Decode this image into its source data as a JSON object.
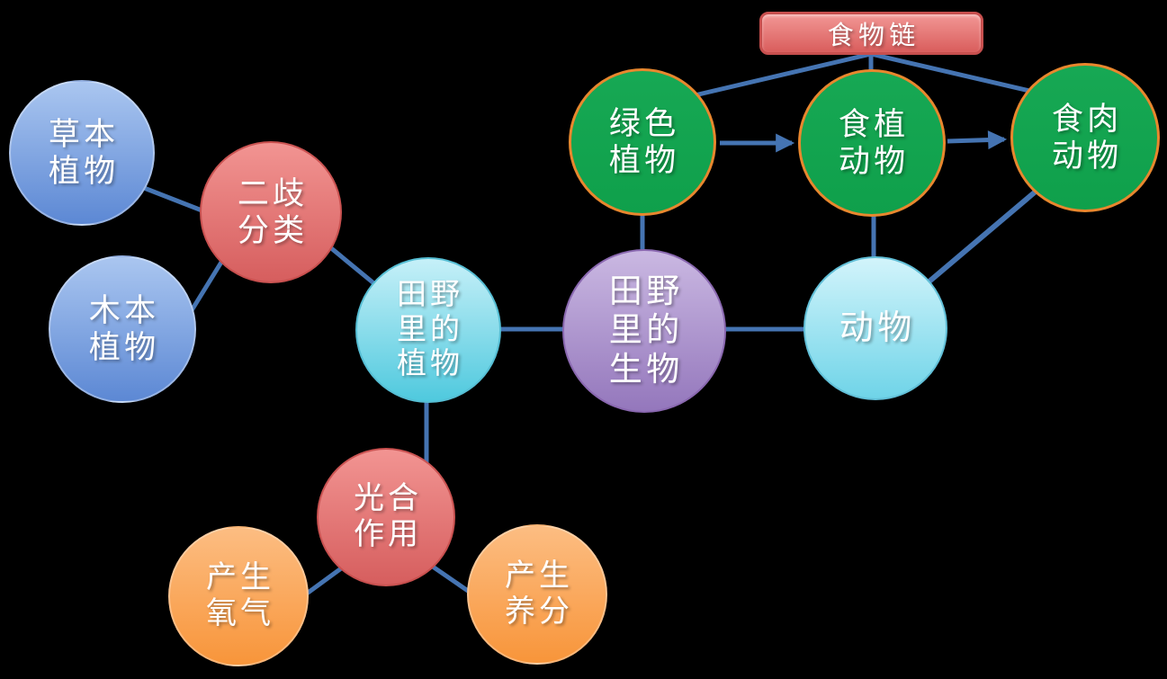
{
  "diagram": {
    "type": "concept-map",
    "background_color": "#000000",
    "connector_color": "#4574b2"
  },
  "palette": {
    "blue_node": [
      "#aac6f0",
      "#5c88d4"
    ],
    "red_node": [
      "#f29492",
      "#d65e5e"
    ],
    "cyan_node": [
      "#c6f0f8",
      "#4fc9de"
    ],
    "purple_node": [
      "#cab8e2",
      "#9477bc"
    ],
    "light_cyan_node": [
      "#d2f4fb",
      "#6fd4e8"
    ],
    "green_node_fill": "#12a350",
    "green_node_border": "#e8872e",
    "orange_node": [
      "#fcbd82",
      "#f8953a"
    ],
    "banner_fill": [
      "#f29795",
      "#d95d5c"
    ],
    "text_color": "#ffffff"
  },
  "nodes": {
    "food_chain": {
      "label": "食物链",
      "lines": [
        "食物链"
      ]
    },
    "herbaceous": {
      "label": "草本植物",
      "lines": [
        "草本",
        "植物"
      ]
    },
    "woody": {
      "label": "木本植物",
      "lines": [
        "木本",
        "植物"
      ]
    },
    "dichotomous": {
      "label": "二歧分类",
      "lines": [
        "二歧",
        "分类"
      ]
    },
    "field_plants": {
      "label": "田野里的植物",
      "lines": [
        "田野",
        "里的",
        "植物"
      ]
    },
    "field_organisms": {
      "label": "田野里的生物",
      "lines": [
        "田野",
        "里的",
        "生物"
      ]
    },
    "animals": {
      "label": "动物",
      "lines": [
        "动物"
      ]
    },
    "green_plants": {
      "label": "绿色植物",
      "lines": [
        "绿色",
        "植物"
      ]
    },
    "herbivores": {
      "label": "食植动物",
      "lines": [
        "食植",
        "动物"
      ]
    },
    "carnivores": {
      "label": "食肉动物",
      "lines": [
        "食肉",
        "动物"
      ]
    },
    "photosynthesis": {
      "label": "光合作用",
      "lines": [
        "光合",
        "作用"
      ]
    },
    "produce_oxygen": {
      "label": "产生氧气",
      "lines": [
        "产生",
        "氧气"
      ]
    },
    "produce_nutrients": {
      "label": "产生养分",
      "lines": [
        "产生",
        "养分"
      ]
    }
  },
  "edges": [
    {
      "from": "herbaceous",
      "to": "dichotomous",
      "type": "line"
    },
    {
      "from": "woody",
      "to": "dichotomous",
      "type": "line"
    },
    {
      "from": "dichotomous",
      "to": "field_plants",
      "type": "line"
    },
    {
      "from": "field_plants",
      "to": "field_organisms",
      "type": "line"
    },
    {
      "from": "field_plants",
      "to": "photosynthesis",
      "type": "line"
    },
    {
      "from": "photosynthesis",
      "to": "produce_oxygen",
      "type": "line"
    },
    {
      "from": "photosynthesis",
      "to": "produce_nutrients",
      "type": "line"
    },
    {
      "from": "field_organisms",
      "to": "green_plants",
      "type": "line"
    },
    {
      "from": "field_organisms",
      "to": "animals",
      "type": "line"
    },
    {
      "from": "animals",
      "to": "herbivores",
      "type": "line"
    },
    {
      "from": "animals",
      "to": "carnivores",
      "type": "line"
    },
    {
      "from": "food_chain",
      "to": "green_plants",
      "type": "line"
    },
    {
      "from": "food_chain",
      "to": "herbivores",
      "type": "line"
    },
    {
      "from": "food_chain",
      "to": "carnivores",
      "type": "line"
    },
    {
      "from": "green_plants",
      "to": "herbivores",
      "type": "arrow"
    },
    {
      "from": "herbivores",
      "to": "carnivores",
      "type": "arrow"
    }
  ]
}
